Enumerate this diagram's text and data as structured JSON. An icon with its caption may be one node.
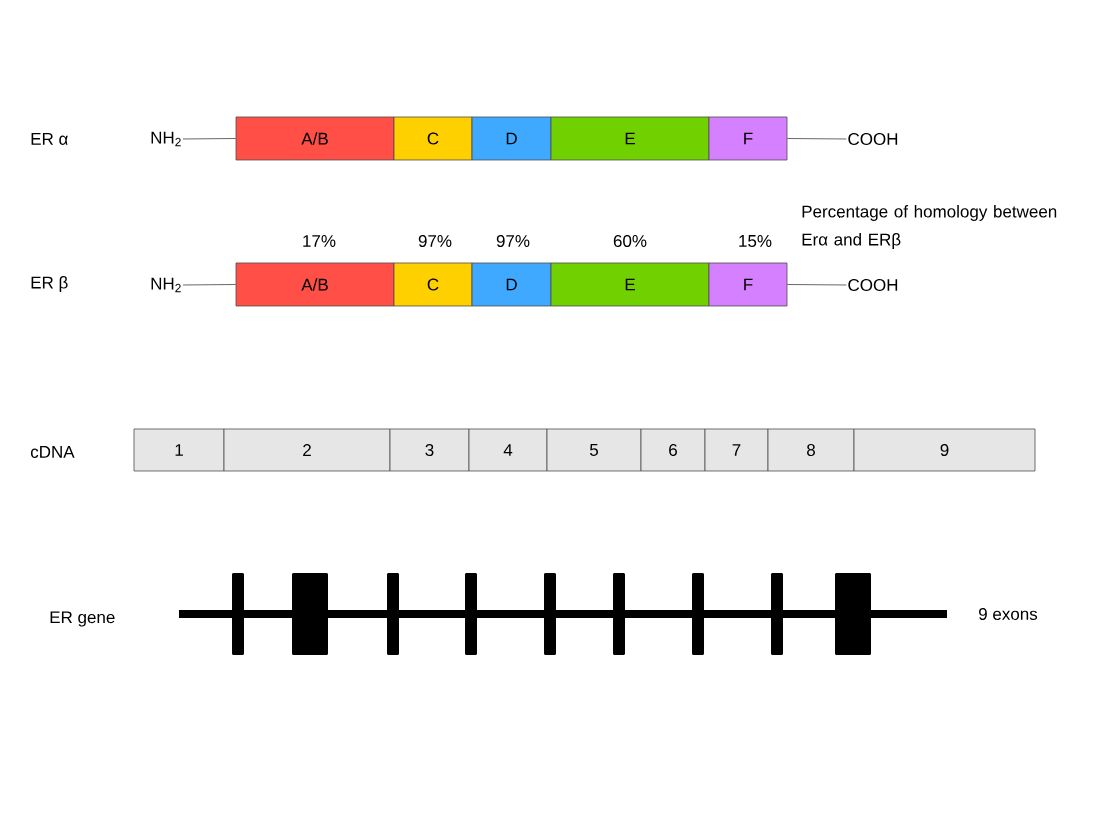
{
  "diagram": {
    "nodes": [
      {
        "text": [
          "NH$_{2}$"
        ]
      },
      {
        "text": [
          "A/B"
        ]
      },
      {
        "text": [
          "C"
        ]
      },
      {
        "text": [
          "D"
        ]
      },
      {
        "text": [
          "E"
        ]
      },
      {
        "text": [
          "F"
        ]
      },
      {
        "text": [
          "COOH"
        ]
      },
      {
        "text": [
          "NH$_{2}$"
        ]
      },
      {
        "text": [
          "A/B"
        ]
      },
      {
        "text": [
          "C"
        ]
      },
      {
        "text": [
          "D"
        ]
      },
      {
        "text": [
          "E"
        ]
      },
      {
        "text": [
          "F"
        ]
      },
      {
        "text": [
          "COOH"
        ]
      },
      {
        "text": [
          "1"
        ]
      },
      {
        "text": [
          "2"
        ]
      },
      {
        "text": [
          "3"
        ]
      },
      {
        "text": [
          "4"
        ]
      },
      {
        "text": [
          "5"
        ]
      },
      {
        "text": [
          "6"
        ]
      },
      {
        "text": [
          "7"
        ]
      },
      {
        "text": [
          "8"
        ]
      },
      {
        "text": [
          "9"
        ]
      }
    ],
    "edges": [
      {
        "from": 0,
        "to": 1,
        "arrow": "none"
      },
      {
        "from": 5,
        "to": 6,
        "arrow": "none"
      },
      {
        "from": 7,
        "to": 8,
        "arrow": "none"
      },
      {
        "from": 12,
        "to": 13,
        "arrow": "none"
      }
    ],
    "labels": [
      "ER α",
      "Percentage of homology between Erα and ERβ",
      "17%",
      "97%",
      "97%",
      "60%",
      "15%",
      "ER β",
      "cDNA",
      "ER gene",
      "9 exons"
    ]
  }
}
